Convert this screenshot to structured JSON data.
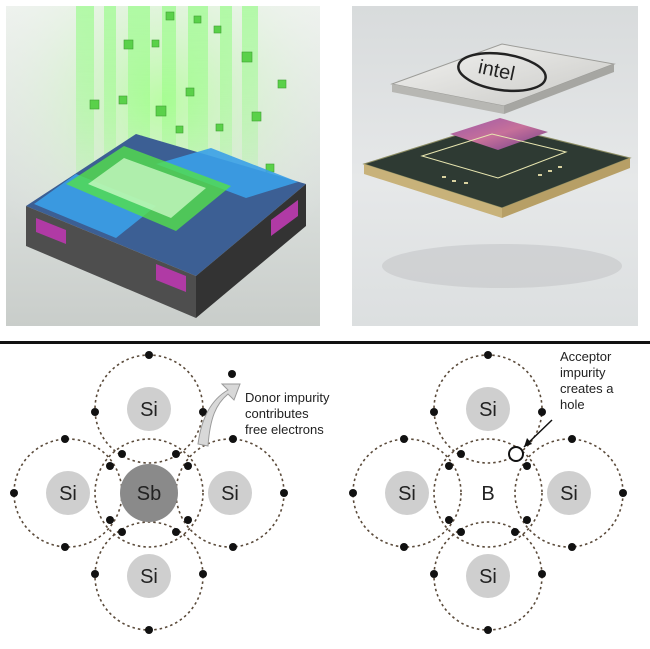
{
  "photos": {
    "left": {
      "subject": "transistor-illustration"
    },
    "right": {
      "subject": "processor-package",
      "logo_text": "intel"
    }
  },
  "diagram": {
    "donor": {
      "center_label": "Sb",
      "neighbor_labels": [
        "Si",
        "Si",
        "Si",
        "Si"
      ],
      "note_lines": [
        "Donor impurity",
        "contributes",
        "free electrons"
      ]
    },
    "acceptor": {
      "center_label": "B",
      "neighbor_labels": [
        "Si",
        "Si",
        "Si",
        "Si"
      ],
      "note_lines": [
        "Acceptor",
        "impurity",
        "creates a",
        "hole"
      ]
    },
    "colors": {
      "si_fill": "#cfcfcf",
      "sb_fill": "#8a8a8a",
      "orbit": "#5a4a3a",
      "electron": "#111111",
      "arrow": "#d8d8d8"
    }
  }
}
